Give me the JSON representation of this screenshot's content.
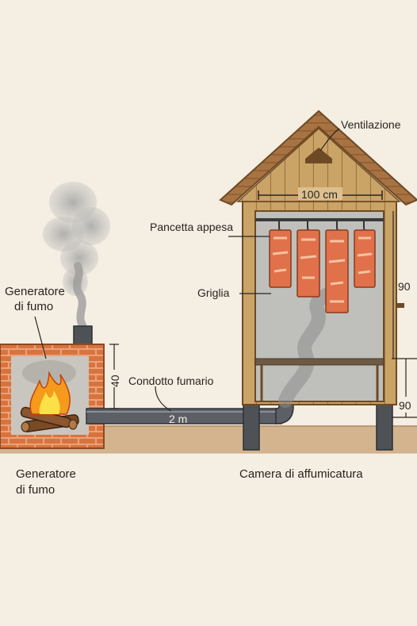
{
  "labels": {
    "ventilation": "Ventilazione",
    "width_dim": "100 cm",
    "hanging_bacon": "Pancetta appesa",
    "grill": "Griglia",
    "right_dim_upper": "90",
    "right_dim_lower": "90",
    "smoke_gen_callout": "Generatore\ndi fumo",
    "left_dim": "40",
    "flue": "Condotto fumario",
    "pipe_length": "2 m"
  },
  "captions": {
    "left": "Generatore\ndi fumo",
    "right": "Camera di affumicatura"
  },
  "colors": {
    "background": "#f4eee3",
    "ground": "#d4b48e",
    "wood": "#caa366",
    "wood_dark": "#8a5e34",
    "roof": "#9c6a3a",
    "brick": "#d9733e",
    "pipe": "#5c6066",
    "smoke": "#9a9a9a",
    "bacon": "#e0714a",
    "fire": "#f59a1c"
  },
  "icons": [
    "fire-icon",
    "firewood-icon",
    "smoke-cloud-icon",
    "bacon-strip-icon",
    "hook-icon"
  ]
}
